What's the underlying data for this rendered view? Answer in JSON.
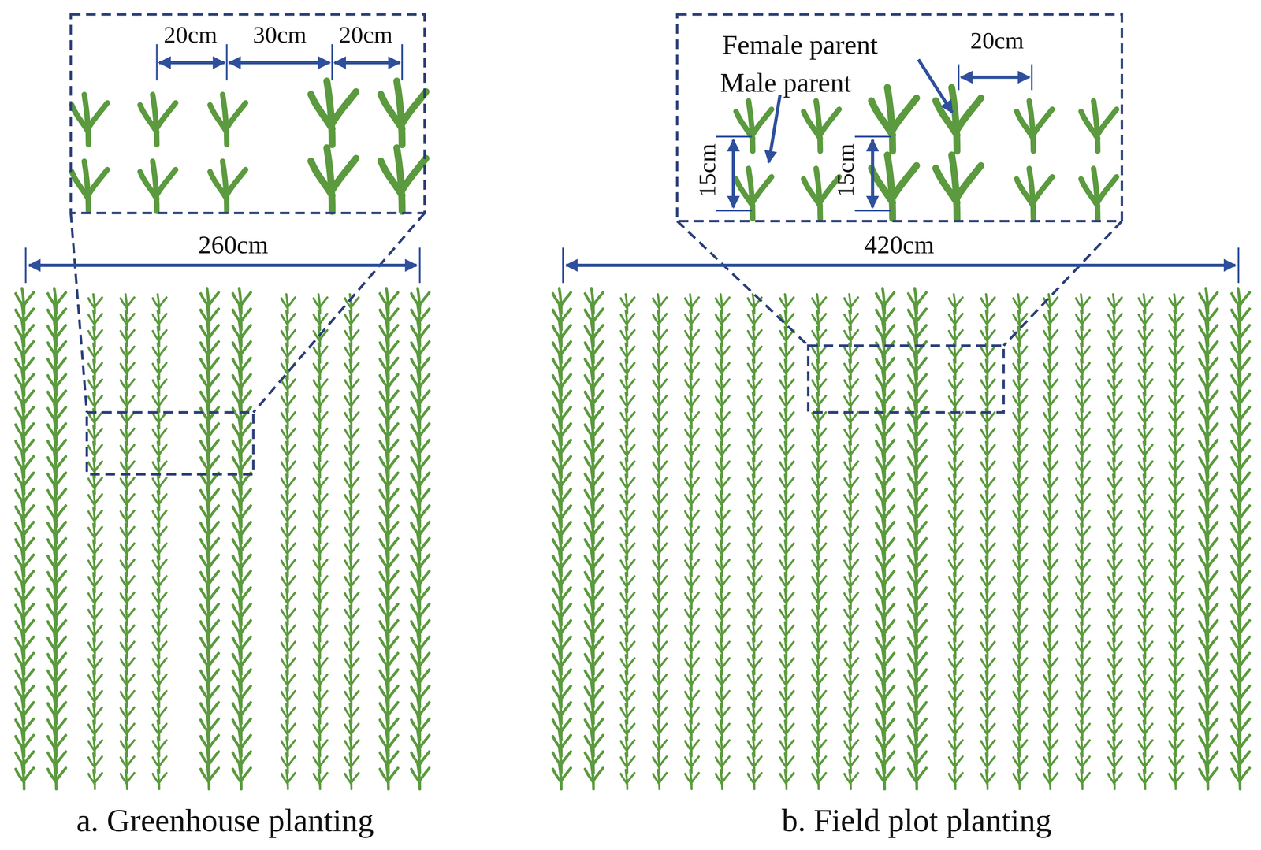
{
  "diagram": {
    "labels": [
      "20cm",
      "30cm",
      "20cm",
      "260cm",
      "Female parent",
      "Male parent",
      "20cm",
      "15cm",
      "15cm",
      "420cm",
      "a. Greenhouse planting",
      "b. Field plot planting"
    ]
  }
}
